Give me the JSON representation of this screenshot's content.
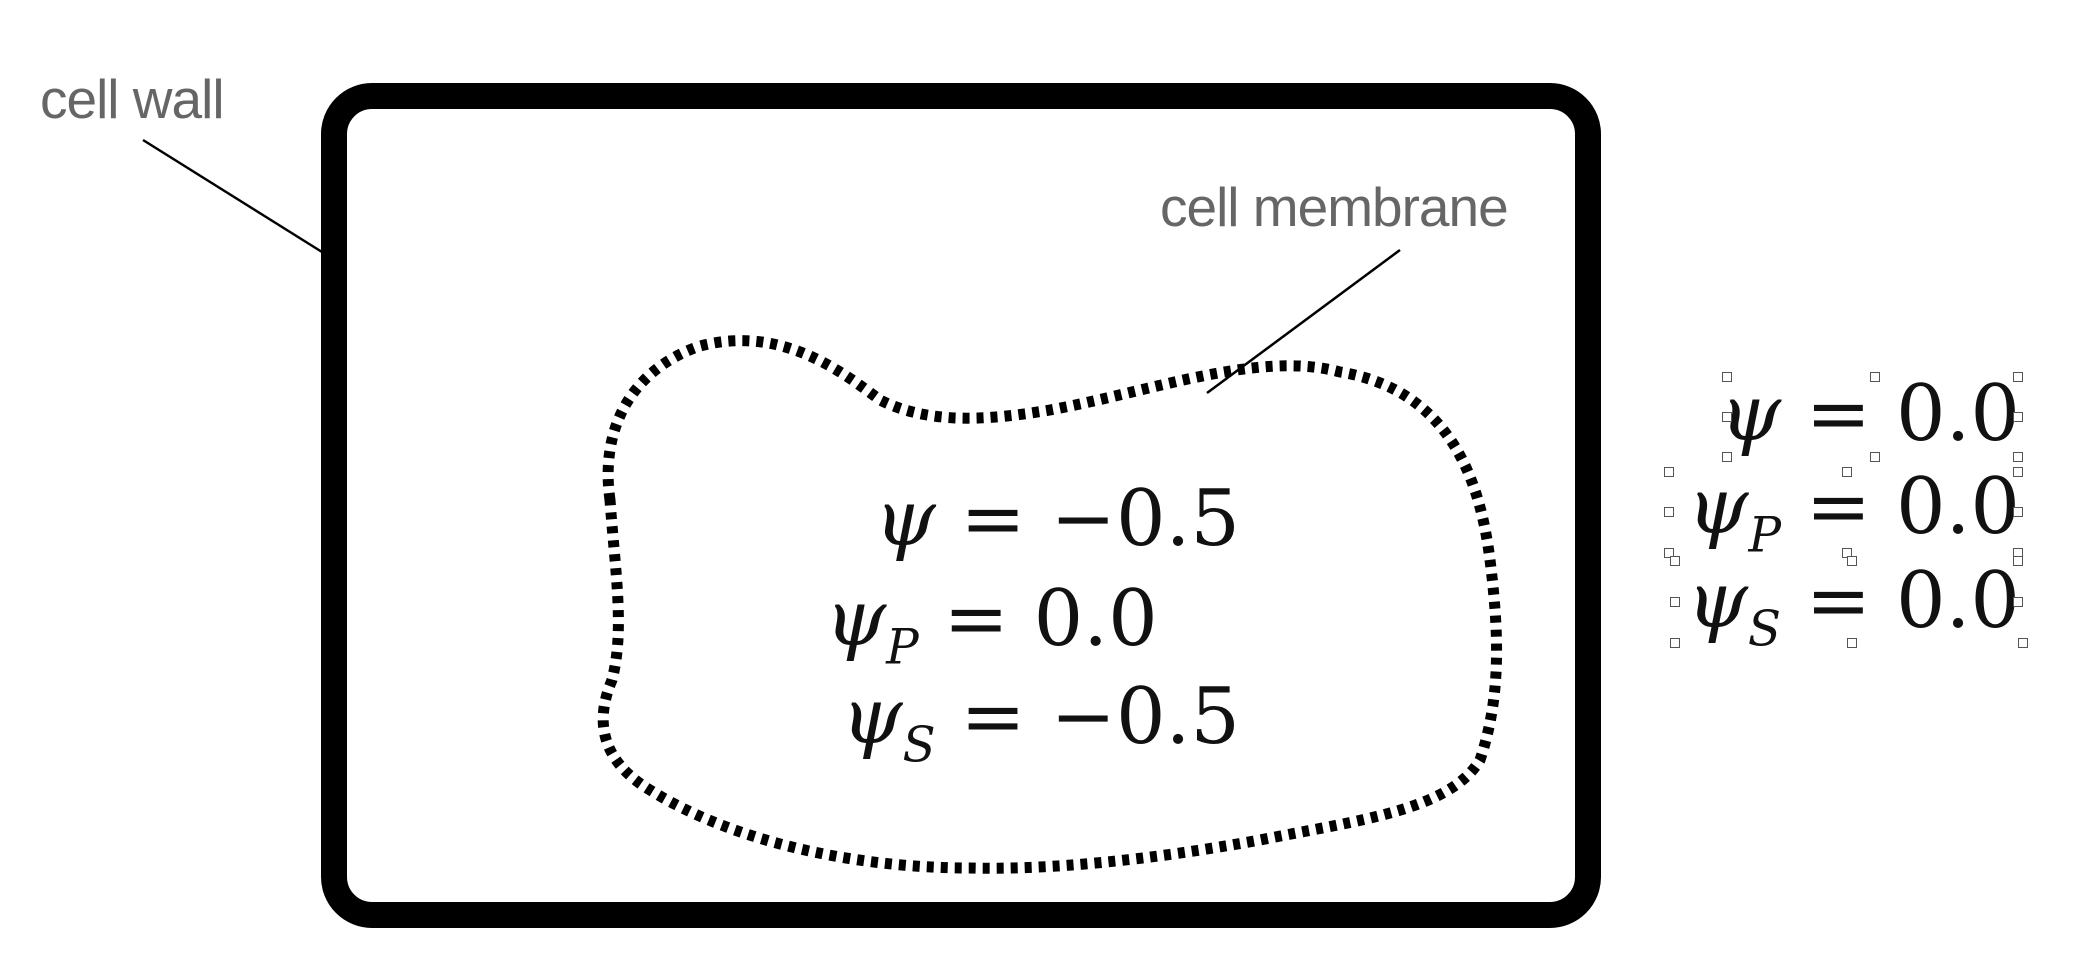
{
  "labels": {
    "cell_wall": "cell wall",
    "cell_membrane": "cell membrane"
  },
  "inside": {
    "psi": {
      "symbol": "ψ",
      "sub": "",
      "eq": " = −0.5"
    },
    "psi_p": {
      "symbol": "ψ",
      "sub": "P",
      "eq": " = 0.0"
    },
    "psi_s": {
      "symbol": "ψ",
      "sub": "S",
      "eq": " = −0.5"
    }
  },
  "outside": {
    "psi": {
      "symbol": "ψ",
      "sub": "",
      "eq": " = 0.0"
    },
    "psi_p": {
      "symbol": "ψ",
      "sub": "P",
      "eq": " = 0.0"
    },
    "psi_s": {
      "symbol": "ψ",
      "sub": "S",
      "eq": " = 0.0"
    }
  }
}
